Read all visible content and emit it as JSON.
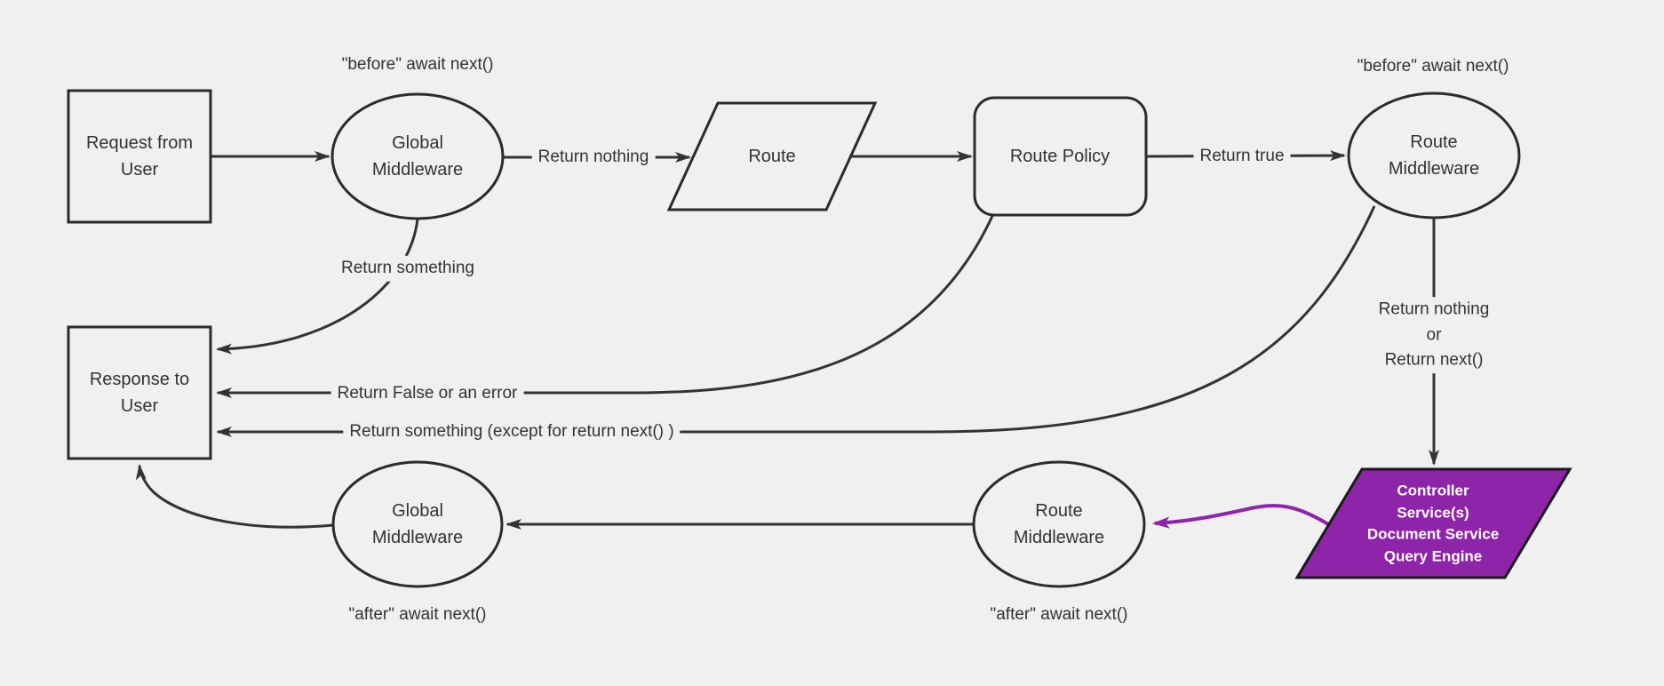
{
  "diagram": {
    "background": "#f0f0f0",
    "node_fill": "#f0f0f0",
    "node_stroke": "#2b2b2b",
    "edge_color": "#333333",
    "text_color": "#333333",
    "highlight_fill": "#8E24AA",
    "highlight_stroke": "#1a1a1a",
    "highlight_text_color": "#ffffff"
  },
  "nodes": {
    "request": {
      "label": "Request from\nUser",
      "shape": "rectangle"
    },
    "global_mw_top": {
      "label": "Global\nMiddleware",
      "shape": "ellipse"
    },
    "route": {
      "label": "Route",
      "shape": "parallelogram"
    },
    "route_policy": {
      "label": "Route Policy",
      "shape": "rounded-rectangle"
    },
    "route_mw_top": {
      "label": "Route\nMiddleware",
      "shape": "ellipse"
    },
    "response": {
      "label": "Response to\nUser",
      "shape": "rectangle"
    },
    "controller": {
      "label": "Controller\nService(s)\nDocument Service\nQuery Engine",
      "shape": "parallelogram"
    },
    "route_mw_bottom": {
      "label": "Route\nMiddleware",
      "shape": "ellipse"
    },
    "global_mw_bottom": {
      "label": "Global\nMiddleware",
      "shape": "ellipse"
    }
  },
  "edge_labels": {
    "before_top_left": "\"before\" await next()",
    "before_top_right": "\"before\" await next()",
    "return_nothing": "Return nothing",
    "return_true": "Return true",
    "return_something": "Return something",
    "return_false_or_error": "Return False or an error",
    "return_something_except": "Return something (except for return next() )",
    "return_nothing_or_next": "Return nothing\nor\nReturn next()",
    "after_bottom_left": "\"after\" await next()",
    "after_bottom_right": "\"after\" await next()"
  }
}
